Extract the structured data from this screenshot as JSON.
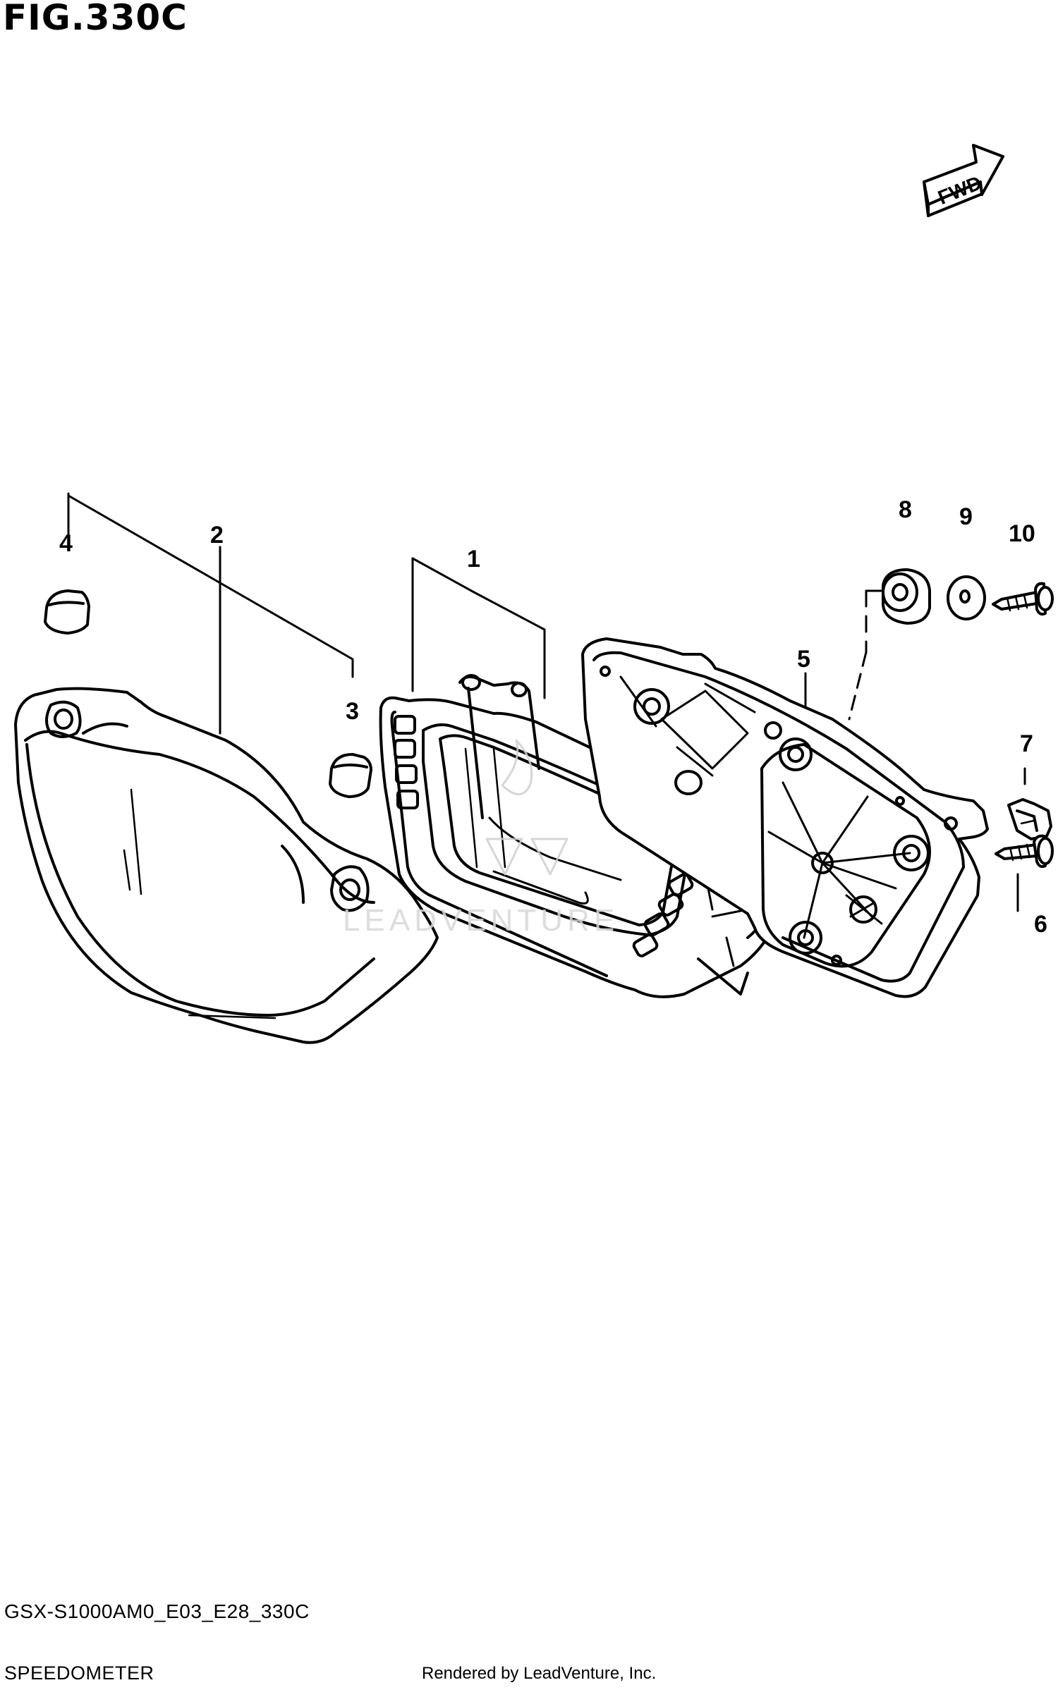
{
  "figure": {
    "title": "FIG.330C",
    "direction_label": "FWD",
    "watermark": "LEADVENTURE"
  },
  "callouts": [
    {
      "number": "1",
      "part": "meter-assembly"
    },
    {
      "number": "2",
      "part": "meter-cover"
    },
    {
      "number": "3",
      "part": "grommet"
    },
    {
      "number": "4",
      "part": "grommet"
    },
    {
      "number": "5",
      "part": "meter-case"
    },
    {
      "number": "6",
      "part": "screw"
    },
    {
      "number": "7",
      "part": "clip-nut"
    },
    {
      "number": "8",
      "part": "cushion"
    },
    {
      "number": "9",
      "part": "washer"
    },
    {
      "number": "10",
      "part": "screw"
    }
  ],
  "footer": {
    "model_code": "GSX-S1000AM0_E03_E28_330C",
    "section_name": "SPEEDOMETER",
    "credit": "Rendered by LeadVenture, Inc."
  }
}
